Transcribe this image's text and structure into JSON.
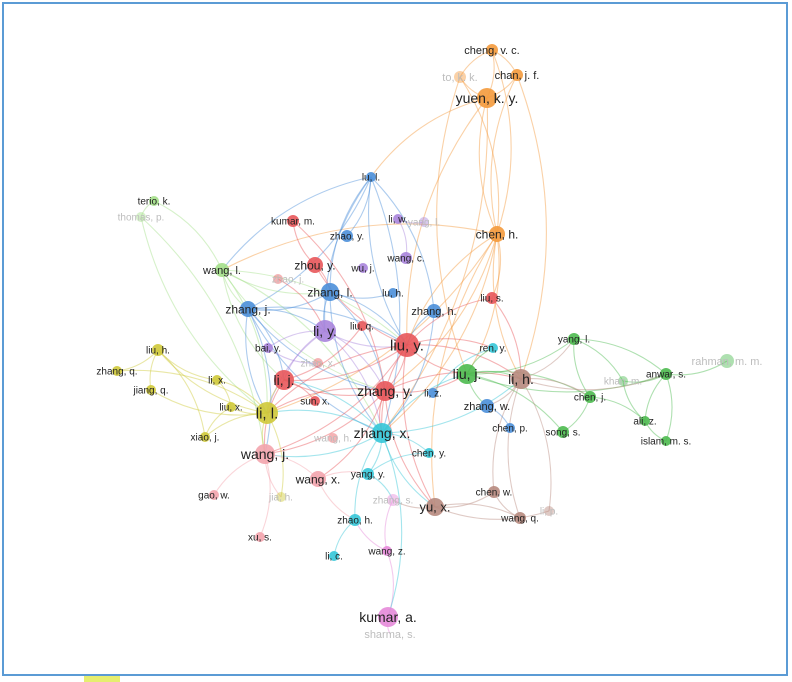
{
  "colors": {
    "red": "#e8575a",
    "blue": "#4b8fd9",
    "green": "#4cba4f",
    "yellow": "#cfc93a",
    "purple": "#a884dc",
    "orange": "#f49a3c",
    "cyan": "#35c6d8",
    "brown": "#b78a7e",
    "pink": "#f3a4ad",
    "magenta": "#e58ad9",
    "lightgreen": "#a4df8a",
    "frame": "#5b9bd5"
  },
  "nodes": [
    {
      "id": "cheng_vc",
      "label": "cheng, v. c.",
      "color": "orange"
    },
    {
      "id": "to_kk",
      "label": "to, k. k.",
      "color": "orange",
      "faded": true
    },
    {
      "id": "chan_jf",
      "label": "chan, j. f.",
      "color": "orange"
    },
    {
      "id": "yuen_ky",
      "label": "yuen, k. y.",
      "color": "orange"
    },
    {
      "id": "chen_h",
      "label": "chen, h.",
      "color": "orange"
    },
    {
      "id": "lu_l",
      "label": "lu, l.",
      "color": "blue"
    },
    {
      "id": "terio_k",
      "label": "terio, k.",
      "color": "lightgreen"
    },
    {
      "id": "thomas_p",
      "label": "thomas, p.",
      "color": "lightgreen",
      "faded": true
    },
    {
      "id": "kumar_m",
      "label": "kumar, m.",
      "color": "red"
    },
    {
      "id": "li_w",
      "label": "li, w.",
      "color": "purple"
    },
    {
      "id": "yang_l_top",
      "label": "yang, l.",
      "color": "purple",
      "faded": true
    },
    {
      "id": "zhao_y",
      "label": "zhao, y.",
      "color": "blue"
    },
    {
      "id": "wang_l",
      "label": "wang, l.",
      "color": "lightgreen"
    },
    {
      "id": "zhou_y",
      "label": "zhou, y.",
      "color": "red"
    },
    {
      "id": "wu_j",
      "label": "wu, j.",
      "color": "purple"
    },
    {
      "id": "wang_c",
      "label": "wang, c.",
      "color": "purple"
    },
    {
      "id": "zhang_l",
      "label": "zhang, l.",
      "color": "blue"
    },
    {
      "id": "lu_h",
      "label": "lu, h.",
      "color": "blue"
    },
    {
      "id": "liu_s",
      "label": "liu, s.",
      "color": "red"
    },
    {
      "id": "zhang_j",
      "label": "zhang, j.",
      "color": "blue"
    },
    {
      "id": "zhao_j",
      "label": "zhao, j.",
      "color": "red",
      "faded": true
    },
    {
      "id": "zhang_h",
      "label": "zhang, h.",
      "color": "blue"
    },
    {
      "id": "li_y",
      "label": "li, y.",
      "color": "purple"
    },
    {
      "id": "liu_q",
      "label": "liu, q.",
      "color": "red"
    },
    {
      "id": "liu_y",
      "label": "liu, y.",
      "color": "red"
    },
    {
      "id": "yang_l",
      "label": "yang, l.",
      "color": "green"
    },
    {
      "id": "rahman_mm",
      "label": "rahman, m. m.",
      "color": "green",
      "faded": true
    },
    {
      "id": "liu_h",
      "label": "liu, h.",
      "color": "yellow"
    },
    {
      "id": "bai_y",
      "label": "bai, y.",
      "color": "purple"
    },
    {
      "id": "ren_y",
      "label": "ren, y.",
      "color": "cyan"
    },
    {
      "id": "zhang_q",
      "label": "zhang, q.",
      "color": "yellow"
    },
    {
      "id": "zhao_x",
      "label": "zhao, x.",
      "color": "red",
      "faded": true
    },
    {
      "id": "liu_j",
      "label": "liu, j.",
      "color": "green"
    },
    {
      "id": "li_h",
      "label": "li, h.",
      "color": "brown"
    },
    {
      "id": "anwar_s",
      "label": "anwar, s.",
      "color": "green"
    },
    {
      "id": "khan_m",
      "label": "khan, m.",
      "color": "green",
      "faded": true
    },
    {
      "id": "jiang_q",
      "label": "jiang, q.",
      "color": "yellow"
    },
    {
      "id": "li_x",
      "label": "li, x.",
      "color": "yellow"
    },
    {
      "id": "li_j",
      "label": "li, j.",
      "color": "red"
    },
    {
      "id": "zhang_y",
      "label": "zhang, y.",
      "color": "red"
    },
    {
      "id": "li_z",
      "label": "li, z.",
      "color": "blue"
    },
    {
      "id": "chen_j",
      "label": "chen, j.",
      "color": "green"
    },
    {
      "id": "liu_x",
      "label": "liu, x.",
      "color": "yellow"
    },
    {
      "id": "li_l",
      "label": "li, l.",
      "color": "yellow"
    },
    {
      "id": "sun_x",
      "label": "sun, x.",
      "color": "red"
    },
    {
      "id": "zhang_w",
      "label": "zhang, w.",
      "color": "blue"
    },
    {
      "id": "ali_z",
      "label": "ali, z.",
      "color": "green"
    },
    {
      "id": "xiao_j",
      "label": "xiao, j.",
      "color": "yellow"
    },
    {
      "id": "wang_h",
      "label": "wang, h.",
      "color": "red",
      "faded": true
    },
    {
      "id": "zhang_x",
      "label": "zhang, x.",
      "color": "cyan"
    },
    {
      "id": "chen_p",
      "label": "chen, p.",
      "color": "blue"
    },
    {
      "id": "song_s",
      "label": "song, s.",
      "color": "green"
    },
    {
      "id": "islam_ms",
      "label": "islam, m. s.",
      "color": "green"
    },
    {
      "id": "wang_j",
      "label": "wang, j.",
      "color": "pink"
    },
    {
      "id": "chen_y",
      "label": "chen, y.",
      "color": "cyan"
    },
    {
      "id": "wang_x",
      "label": "wang, x.",
      "color": "pink"
    },
    {
      "id": "yang_y",
      "label": "yang, y.",
      "color": "cyan"
    },
    {
      "id": "gao_w",
      "label": "gao, w.",
      "color": "pink"
    },
    {
      "id": "jia_h",
      "label": "jia, h.",
      "color": "yellow",
      "faded": true
    },
    {
      "id": "zhang_s",
      "label": "zhang, s.",
      "color": "magenta",
      "faded": true
    },
    {
      "id": "yu_x",
      "label": "yu, x.",
      "color": "brown"
    },
    {
      "id": "chen_w",
      "label": "chen, w.",
      "color": "brown"
    },
    {
      "id": "li_p",
      "label": "li, p.",
      "color": "brown",
      "faded": true
    },
    {
      "id": "wang_q",
      "label": "wang, q.",
      "color": "brown"
    },
    {
      "id": "zhao_h",
      "label": "zhao, h.",
      "color": "cyan"
    },
    {
      "id": "xu_s",
      "label": "xu, s.",
      "color": "pink"
    },
    {
      "id": "li_c",
      "label": "li, c.",
      "color": "cyan"
    },
    {
      "id": "wang_z",
      "label": "wang, z.",
      "color": "magenta"
    },
    {
      "id": "kumar_a",
      "label": "kumar, a.",
      "color": "magenta"
    },
    {
      "id": "sharma_s",
      "label": "sharma, s.",
      "color": "magenta",
      "faded": true
    }
  ],
  "links": [
    [
      "cheng_vc",
      "yuen_ky"
    ],
    [
      "to_kk",
      "yuen_ky"
    ],
    [
      "chan_jf",
      "yuen_ky"
    ],
    [
      "cheng_vc",
      "to_kk"
    ],
    [
      "cheng_vc",
      "chan_jf"
    ],
    [
      "yuen_ky",
      "chen_h"
    ],
    [
      "cheng_vc",
      "chen_h"
    ],
    [
      "chan_jf",
      "chen_h"
    ],
    [
      "to_kk",
      "chen_h"
    ],
    [
      "yuen_ky",
      "lu_l"
    ],
    [
      "yuen_ky",
      "zhang_x"
    ],
    [
      "yuen_ky",
      "liu_y"
    ],
    [
      "chan_jf",
      "li_h"
    ],
    [
      "to_kk",
      "liu_j"
    ],
    [
      "chen_h",
      "liu_s"
    ],
    [
      "chen_h",
      "liu_y"
    ],
    [
      "chen_h",
      "zhang_y"
    ],
    [
      "chen_h",
      "yu_x"
    ],
    [
      "chen_h",
      "zhang_x"
    ],
    [
      "chen_h",
      "li_h"
    ],
    [
      "chen_h",
      "liu_j"
    ],
    [
      "chen_h",
      "wang_l"
    ],
    [
      "chen_h",
      "li_l"
    ],
    [
      "lu_l",
      "zhang_l"
    ],
    [
      "lu_l",
      "zhao_y"
    ],
    [
      "lu_l",
      "li_y"
    ],
    [
      "lu_l",
      "zhang_j"
    ],
    [
      "lu_l",
      "liu_y"
    ],
    [
      "lu_l",
      "zhang_h"
    ],
    [
      "lu_l",
      "wang_l"
    ],
    [
      "lu_l",
      "zhang_x"
    ],
    [
      "terio_k",
      "thomas_p"
    ],
    [
      "terio_k",
      "wang_l"
    ],
    [
      "thomas_p",
      "li_l"
    ],
    [
      "thomas_p",
      "wang_j"
    ],
    [
      "kumar_m",
      "zhou_y"
    ],
    [
      "kumar_m",
      "zhang_y"
    ],
    [
      "li_w",
      "yang_l_top"
    ],
    [
      "li_w",
      "wang_c"
    ],
    [
      "wang_l",
      "zhang_j"
    ],
    [
      "wang_l",
      "li_l"
    ],
    [
      "wang_l",
      "zhang_y"
    ],
    [
      "wang_l",
      "liu_y"
    ],
    [
      "wang_l",
      "zhang_l"
    ],
    [
      "wang_l",
      "zhang_x"
    ],
    [
      "wang_l",
      "li_j"
    ],
    [
      "zhou_y",
      "zhang_l"
    ],
    [
      "zhou_y",
      "liu_y"
    ],
    [
      "zhang_l",
      "zhang_j"
    ],
    [
      "zhang_l",
      "li_y"
    ],
    [
      "zhang_l",
      "liu_y"
    ],
    [
      "zhang_l",
      "zhang_x"
    ],
    [
      "zhang_l",
      "zhang_y"
    ],
    [
      "zhang_l",
      "lu_h"
    ],
    [
      "zhang_j",
      "li_y"
    ],
    [
      "zhang_j",
      "li_l"
    ],
    [
      "zhang_j",
      "li_j"
    ],
    [
      "zhang_j",
      "zhang_y"
    ],
    [
      "zhang_j",
      "liu_y"
    ],
    [
      "zhang_j",
      "zhang_x"
    ],
    [
      "zhang_j",
      "wang_j"
    ],
    [
      "li_y",
      "liu_y"
    ],
    [
      "li_y",
      "zhang_y"
    ],
    [
      "li_y",
      "li_l"
    ],
    [
      "li_y",
      "zhang_x"
    ],
    [
      "li_y",
      "li_j"
    ],
    [
      "liu_y",
      "zhang_y"
    ],
    [
      "liu_y",
      "zhang_x"
    ],
    [
      "liu_y",
      "li_j"
    ],
    [
      "liu_y",
      "liu_j"
    ],
    [
      "liu_y",
      "li_h"
    ],
    [
      "liu_y",
      "li_l"
    ],
    [
      "liu_y",
      "wang_j"
    ],
    [
      "liu_y",
      "yu_x"
    ],
    [
      "liu_y",
      "ren_y"
    ],
    [
      "zhang_y",
      "zhang_x"
    ],
    [
      "zhang_y",
      "li_j"
    ],
    [
      "zhang_y",
      "li_l"
    ],
    [
      "zhang_y",
      "wang_j"
    ],
    [
      "zhang_y",
      "liu_j"
    ],
    [
      "zhang_y",
      "li_h"
    ],
    [
      "zhang_y",
      "yu_x"
    ],
    [
      "zhang_y",
      "wang_x"
    ],
    [
      "zhang_x",
      "li_l"
    ],
    [
      "zhang_x",
      "wang_j"
    ],
    [
      "zhang_x",
      "li_j"
    ],
    [
      "zhang_x",
      "liu_j"
    ],
    [
      "zhang_x",
      "li_h"
    ],
    [
      "zhang_x",
      "yang_y"
    ],
    [
      "zhang_x",
      "zhao_h"
    ],
    [
      "zhang_x",
      "chen_y"
    ],
    [
      "zhang_x",
      "yu_x"
    ],
    [
      "li_l",
      "li_j"
    ],
    [
      "li_l",
      "wang_j"
    ],
    [
      "li_l",
      "liu_h"
    ],
    [
      "li_l",
      "zhang_q"
    ],
    [
      "li_l",
      "jiang_q"
    ],
    [
      "li_l",
      "li_x"
    ],
    [
      "li_l",
      "liu_x"
    ],
    [
      "li_l",
      "xiao_j"
    ],
    [
      "li_l",
      "jia_h"
    ],
    [
      "liu_h",
      "jiang_q"
    ],
    [
      "liu_h",
      "zhang_q"
    ],
    [
      "liu_h",
      "li_x"
    ],
    [
      "liu_h",
      "xiao_j"
    ],
    [
      "liu_x",
      "xiao_j"
    ],
    [
      "li_x",
      "liu_x"
    ],
    [
      "li_j",
      "wang_j"
    ],
    [
      "li_j",
      "sun_x"
    ],
    [
      "li_j",
      "liu_q"
    ],
    [
      "wang_j",
      "wang_x"
    ],
    [
      "wang_j",
      "gao_w"
    ],
    [
      "wang_j",
      "xu_s"
    ],
    [
      "wang_j",
      "jia_h"
    ],
    [
      "liu_j",
      "li_h"
    ],
    [
      "liu_j",
      "yang_l"
    ],
    [
      "liu_j",
      "chen_j"
    ],
    [
      "liu_j",
      "anwar_s"
    ],
    [
      "liu_j",
      "song_s"
    ],
    [
      "liu_j",
      "zhang_w"
    ],
    [
      "liu_j",
      "ren_y"
    ],
    [
      "li_h",
      "yang_l"
    ],
    [
      "li_h",
      "chen_j"
    ],
    [
      "li_h",
      "anwar_s"
    ],
    [
      "li_h",
      "zhang_w"
    ],
    [
      "li_h",
      "wang_q"
    ],
    [
      "li_h",
      "li_p"
    ],
    [
      "li_h",
      "chen_w"
    ],
    [
      "yang_l",
      "anwar_s"
    ],
    [
      "yang_l",
      "chen_j"
    ],
    [
      "yang_l",
      "khan_m"
    ],
    [
      "anwar_s",
      "rahman_mm"
    ],
    [
      "anwar_s",
      "khan_m"
    ],
    [
      "anwar_s",
      "ali_z"
    ],
    [
      "anwar_s",
      "islam_ms"
    ],
    [
      "khan_m",
      "ali_z"
    ],
    [
      "chen_j",
      "song_s"
    ],
    [
      "ali_z",
      "islam_ms"
    ],
    [
      "chen_j",
      "ali_z"
    ],
    [
      "yu_x",
      "chen_w"
    ],
    [
      "yu_x",
      "wang_q"
    ],
    [
      "yu_x",
      "li_p"
    ],
    [
      "yu_x",
      "zhang_s"
    ],
    [
      "chen_w",
      "wang_q"
    ],
    [
      "wang_x",
      "yang_y"
    ],
    [
      "wang_x",
      "zhao_h"
    ],
    [
      "yang_y",
      "zhang_s"
    ],
    [
      "zhang_s",
      "wang_z"
    ],
    [
      "wang_z",
      "kumar_a"
    ],
    [
      "kumar_a",
      "sharma_s"
    ],
    [
      "zhang_x",
      "kumar_a"
    ],
    [
      "zhao_h",
      "li_c"
    ],
    [
      "wang_z",
      "zhao_h"
    ],
    [
      "zhang_h",
      "liu_y"
    ],
    [
      "zhang_h",
      "zhang_x"
    ],
    [
      "liu_s",
      "liu_y"
    ],
    [
      "liu_s",
      "li_h"
    ],
    [
      "ren_y",
      "li_z"
    ],
    [
      "zhang_w",
      "chen_p"
    ],
    [
      "chen_y",
      "yang_y"
    ],
    [
      "bai_y",
      "li_y"
    ],
    [
      "bai_y",
      "zhao_x"
    ],
    [
      "zhao_j",
      "li_y"
    ]
  ]
}
